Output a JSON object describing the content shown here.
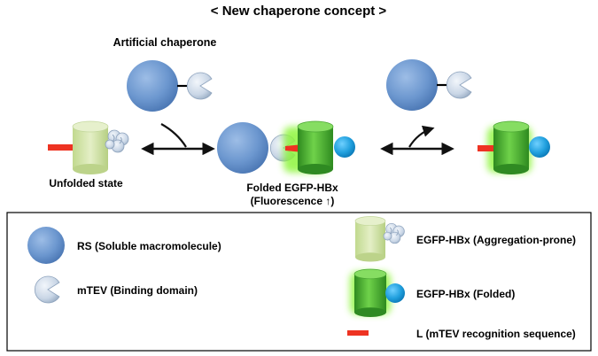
{
  "diagram": {
    "title": "< New chaperone concept >",
    "top": {
      "artificial_chaperone_label": "Artificial chaperone",
      "unfolded_label": "Unfolded state",
      "folded_label_line1": "Folded EGFP-HBx",
      "folded_label_line2": "(Fluorescence ↑)"
    },
    "legend": {
      "items": [
        {
          "label": "RS (Soluble macromolecule)"
        },
        {
          "label": "mTEV (Binding domain)"
        },
        {
          "label": "EGFP-HBx (Aggregation-prone)"
        },
        {
          "label": "EGFP-HBx (Folded)"
        },
        {
          "label": "L (mTEV recognition sequence)"
        }
      ]
    },
    "colors": {
      "rs_blue": "#6c97cf",
      "mtev_gray": "#c9d6e6",
      "unfolded_green": "#d2e4a9",
      "folded_green": "#4fb12f",
      "glow_green": "#8ef53e",
      "folded_blue_ball": "#21a0de",
      "linker_red": "#ee3322",
      "arrow_black": "#111111"
    }
  }
}
